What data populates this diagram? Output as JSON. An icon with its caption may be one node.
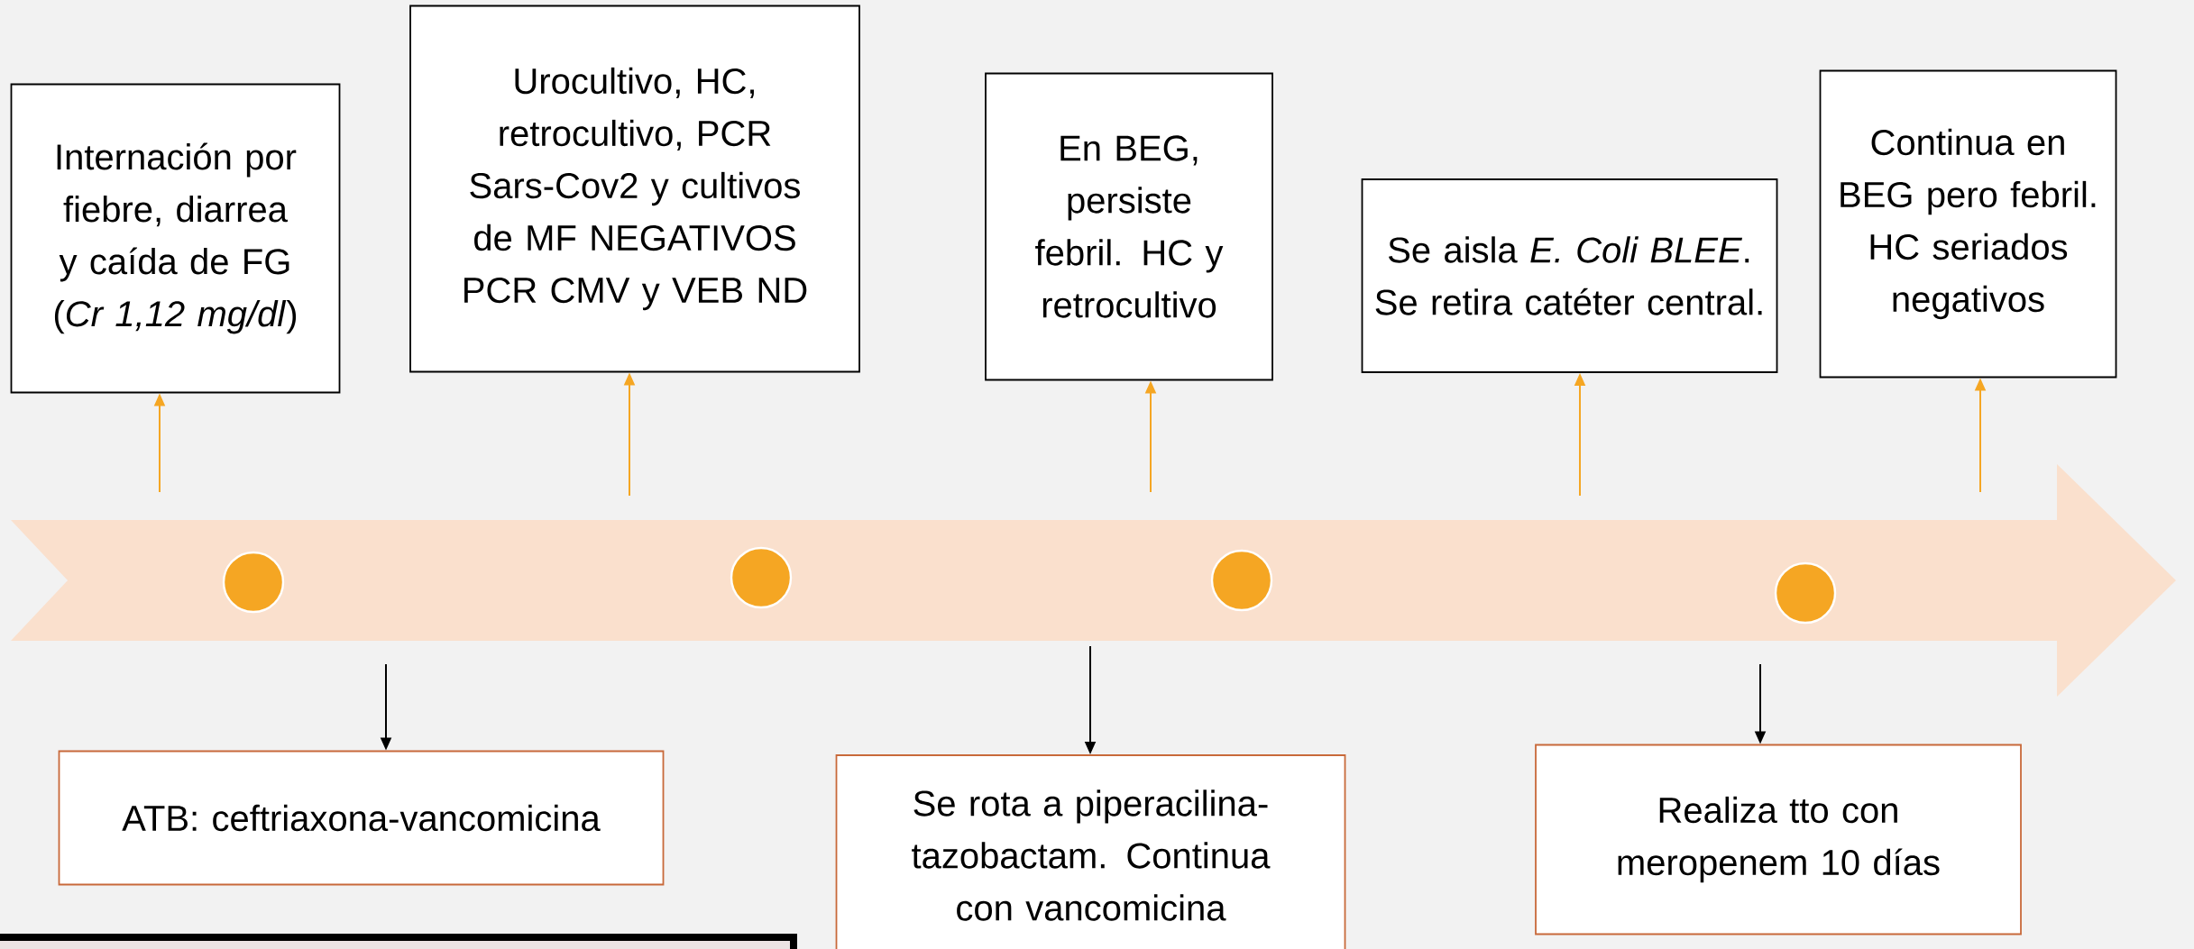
{
  "diagram": {
    "nodes": [
      {
        "text": [
          "Internación por fiebre, diarrea y caída de FG (*Cr 1,12 mg/dl*)"
        ]
      },
      {
        "text": [
          "Urocultivo, HC, retrocultivo, PCR Sars-Cov2 y cultivos de MF NEGATIVOS PCR CMV y VEB ND"
        ]
      },
      {
        "text": [
          "En BEG, persiste febril. HC y retrocultivo"
        ]
      },
      {
        "text": [
          "Se aisla *E. Coli BLEE*. Se retira catéter central."
        ]
      },
      {
        "text": [
          "Continua en BEG pero febril. HC seriados negativos"
        ]
      },
      {
        "text": [
          "ATB: ceftriaxona-vancomicina"
        ]
      },
      {
        "text": [
          "Se rota a piperacilina-tazobactam. Continua con vancomicina"
        ]
      },
      {
        "text": [
          "Realiza tto con meropenem 10 días"
        ]
      }
    ],
    "edges": [
      {
        "from": null,
        "to": 0,
        "arrow": "to"
      },
      {
        "from": null,
        "to": 1,
        "arrow": "to"
      },
      {
        "from": null,
        "to": 2,
        "arrow": "to"
      },
      {
        "from": null,
        "to": 3,
        "arrow": "to"
      },
      {
        "from": null,
        "to": 4,
        "arrow": "to"
      },
      {
        "from": null,
        "to": 5,
        "arrow": "to",
        "color": "#000000"
      },
      {
        "from": null,
        "to": 6,
        "arrow": "to",
        "color": "#000000"
      },
      {
        "from": null,
        "to": 7,
        "arrow": "to",
        "color": "#000000"
      }
    ]
  }
}
